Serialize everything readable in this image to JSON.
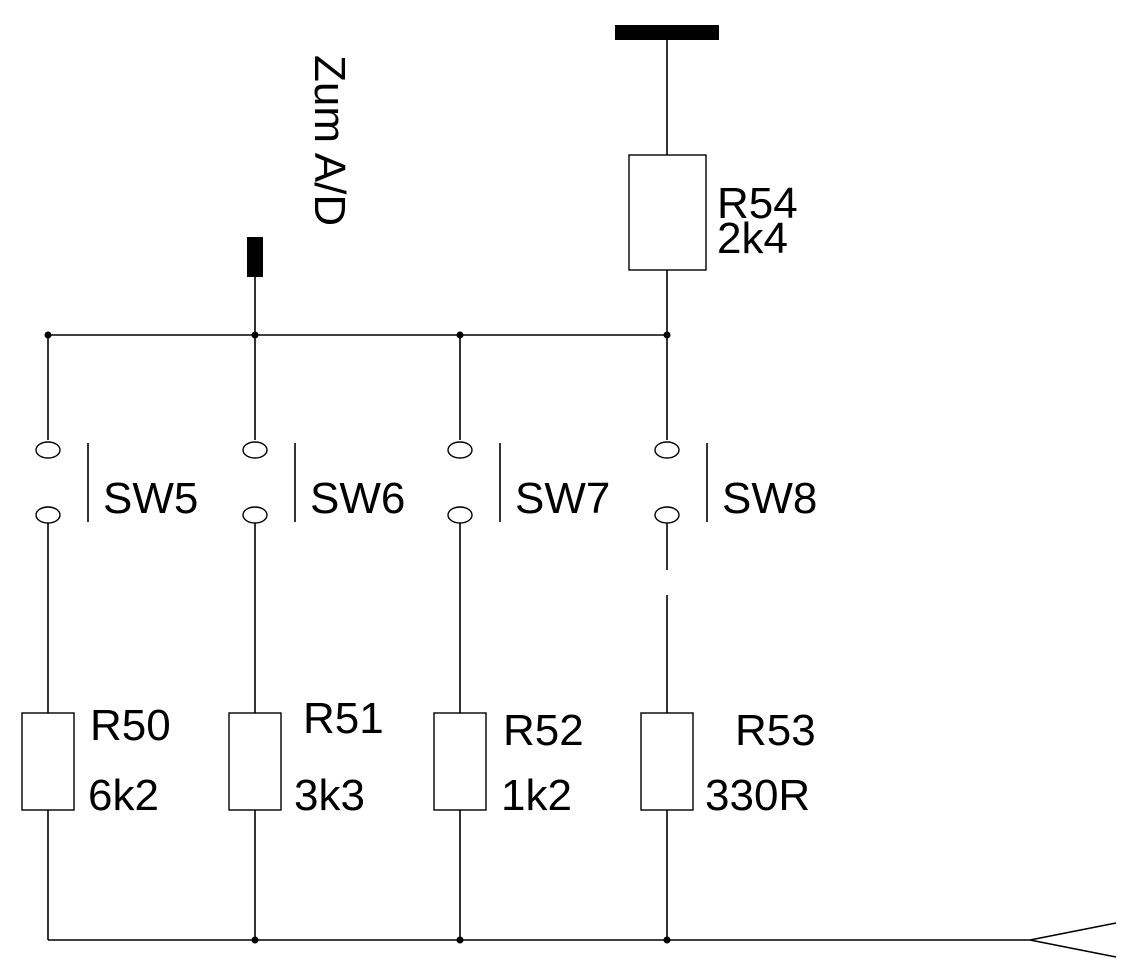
{
  "ad_label": "Zum A/D",
  "top_resistor": {
    "ref": "R54",
    "value": "2k4"
  },
  "switches": [
    "SW5",
    "SW6",
    "SW7",
    "SW8"
  ],
  "resistors": [
    {
      "ref": "R50",
      "value": "6k2"
    },
    {
      "ref": "R51",
      "value": "3k3"
    },
    {
      "ref": "R52",
      "value": "1k2"
    },
    {
      "ref": "R53",
      "value": "330R"
    }
  ],
  "colors": {
    "ink": "#000000",
    "paper": "#ffffff"
  }
}
